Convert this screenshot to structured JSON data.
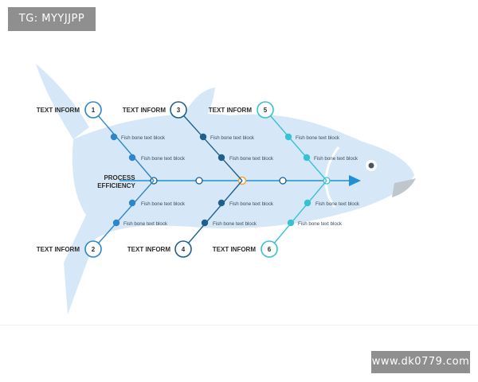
{
  "watermark_top": "TG: MYYJJPP",
  "watermark_bottom": "www.dk0779.com",
  "spine_label": [
    "PROCESS",
    "EFFICIENCY"
  ],
  "categories": [
    {
      "label": "TEXT INFORM",
      "number": "1"
    },
    {
      "label": "TEXT INFORM",
      "number": "2"
    },
    {
      "label": "TEXT INFORM",
      "number": "3"
    },
    {
      "label": "TEXT INFORM",
      "number": "4"
    },
    {
      "label": "TEXT INFORM",
      "number": "5"
    },
    {
      "label": "TEXT INFORM",
      "number": "6"
    }
  ],
  "bone_text": "Fish bone text block",
  "colors": {
    "fish_body": "#d6e8f7",
    "fish_mouth": "#bfc6cc",
    "spine": "#1f8fd6",
    "arrow": "#1f8fd6",
    "group_1_2": "#2e86c9",
    "group_3_4": "#1e5f8e",
    "group_5_6": "#38c1d1",
    "center_node": "#f2a33a"
  }
}
